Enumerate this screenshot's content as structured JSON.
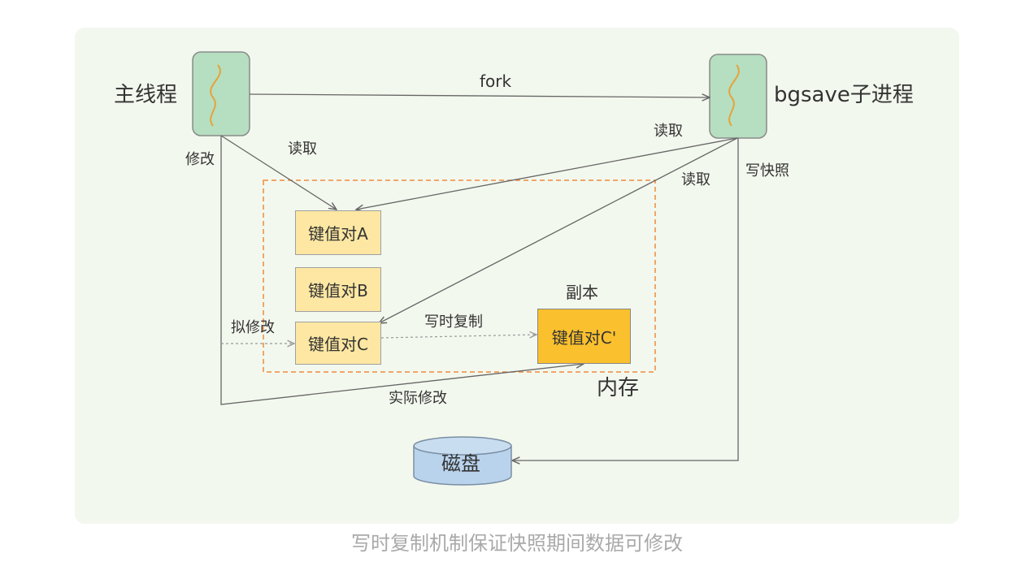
{
  "diagram": {
    "main_thread": "主线程",
    "child_process": "bgsave子进程",
    "fork_label": "fork",
    "modify_label": "修改",
    "read_label_main": "读取",
    "read_label_child_1": "读取",
    "read_label_child_2": "读取",
    "write_snapshot_label": "写快照",
    "kv_a": "键值对A",
    "kv_b": "键值对B",
    "kv_c": "键值对C",
    "kv_c_copy": "键值对C'",
    "copy_label": "副本",
    "intend_modify_label": "拟修改",
    "cow_label": "写时复制",
    "memory_label": "内存",
    "actual_modify_label": "实际修改",
    "disk_label": "磁盘"
  },
  "caption": "写时复制机制保证快照期间数据可修改",
  "colors": {
    "panel_bg": "#f3f8ee",
    "thread_fill": "#b5dfc0",
    "kv_fill": "#fde7a2",
    "kv_copy_fill": "#fbc02d",
    "memory_border": "#f08a3c",
    "disk_fill": "#b9d3ec"
  },
  "icons": {
    "main_thread_icon": "squiggle-thread-icon",
    "child_thread_icon": "squiggle-thread-icon",
    "disk_icon": "cylinder-icon"
  }
}
